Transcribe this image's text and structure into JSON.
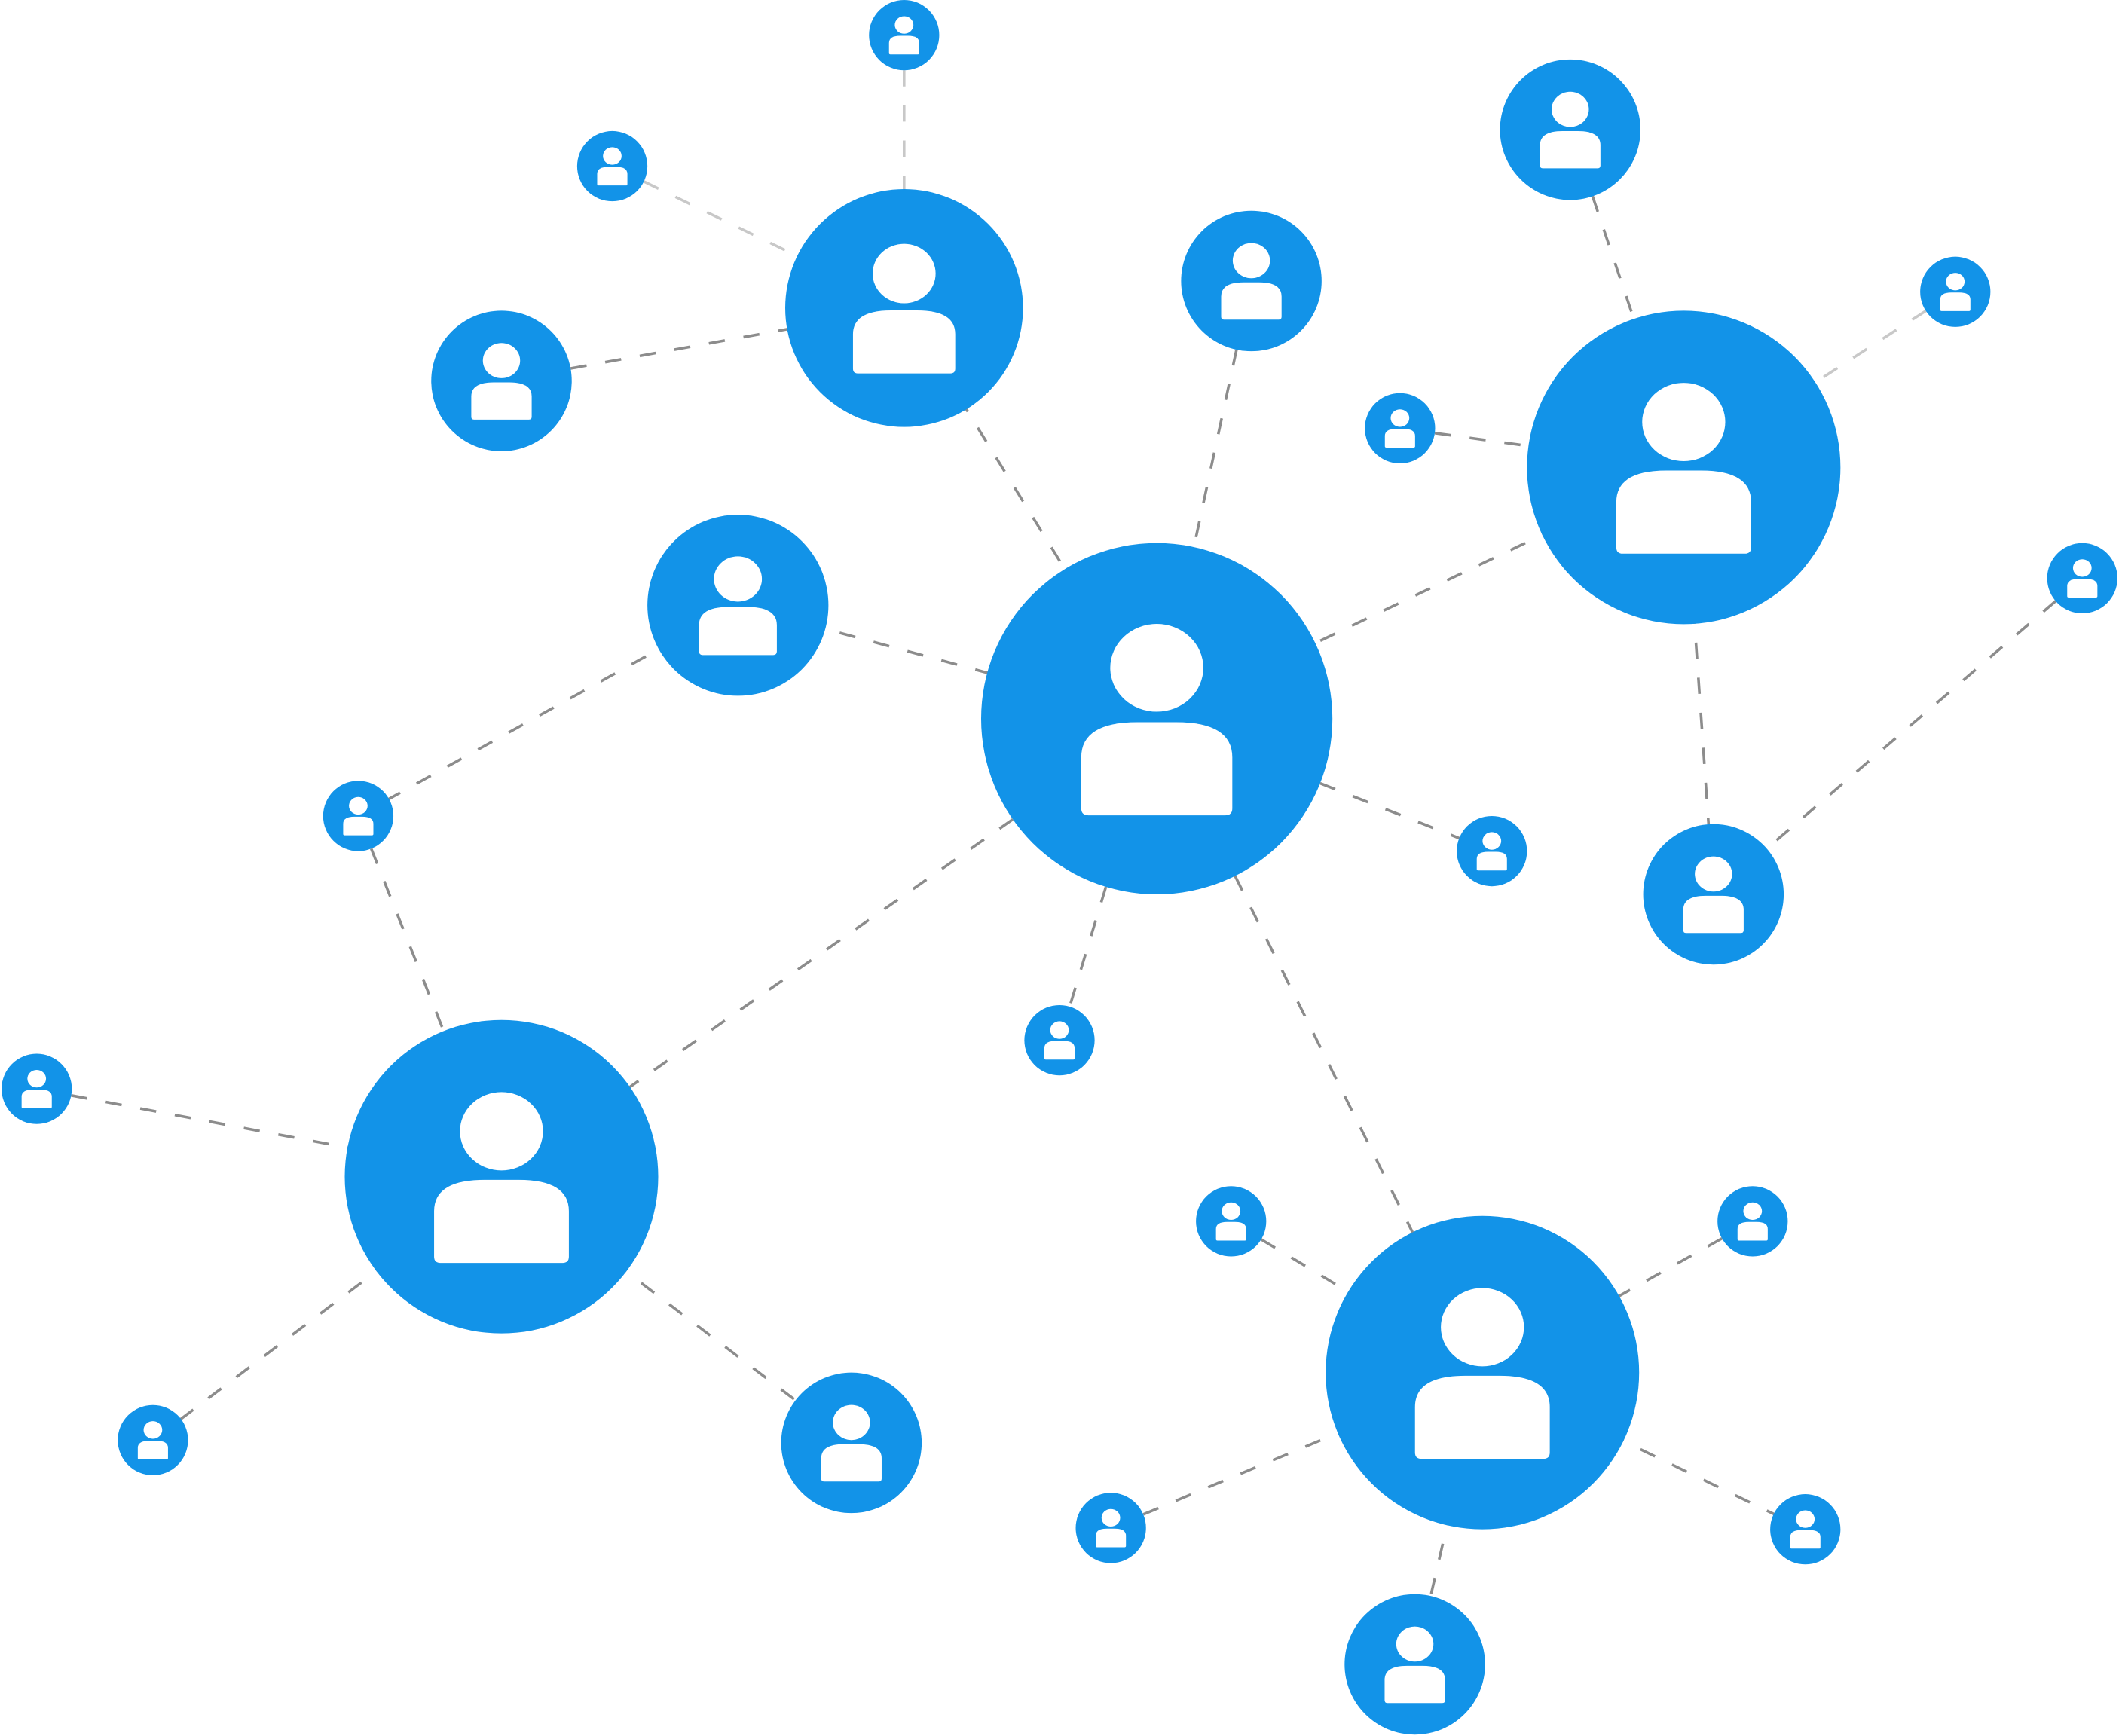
{
  "diagram": {
    "type": "network",
    "colors": {
      "node": "#1293e8",
      "icon": "#ffffff",
      "edge": "#8c8c8c",
      "edge_light": "#c8c8c8"
    },
    "node_icon": "user-icon",
    "nodes": [
      {
        "id": "n1",
        "size": "small"
      },
      {
        "id": "n2",
        "size": "small"
      },
      {
        "id": "n3",
        "size": "large"
      },
      {
        "id": "n4",
        "size": "medium"
      },
      {
        "id": "n5",
        "size": "medium"
      },
      {
        "id": "n6",
        "size": "medium"
      },
      {
        "id": "n7",
        "size": "small"
      },
      {
        "id": "n8",
        "size": "small"
      },
      {
        "id": "n9",
        "size": "xlarge"
      },
      {
        "id": "n10",
        "size": "small"
      },
      {
        "id": "n11",
        "size": "medium-large"
      },
      {
        "id": "n12",
        "size": "hub"
      },
      {
        "id": "n13",
        "size": "small"
      },
      {
        "id": "n14",
        "size": "small"
      },
      {
        "id": "n15",
        "size": "medium"
      },
      {
        "id": "n16",
        "size": "small"
      },
      {
        "id": "n17",
        "size": "small"
      },
      {
        "id": "n18",
        "size": "xlarge"
      },
      {
        "id": "n19",
        "size": "small"
      },
      {
        "id": "n20",
        "size": "small"
      },
      {
        "id": "n21",
        "size": "xlarge"
      },
      {
        "id": "n22",
        "size": "small"
      },
      {
        "id": "n23",
        "size": "medium"
      },
      {
        "id": "n24",
        "size": "small"
      },
      {
        "id": "n25",
        "size": "small"
      },
      {
        "id": "n26",
        "size": "medium"
      }
    ],
    "edges": [
      [
        "n1",
        "n3",
        "light"
      ],
      [
        "n2",
        "n3",
        "light"
      ],
      [
        "n4",
        "n3",
        "normal"
      ],
      [
        "n3",
        "n12",
        "normal"
      ],
      [
        "n5",
        "n12",
        "normal"
      ],
      [
        "n6",
        "n9",
        "normal"
      ],
      [
        "n7",
        "n9",
        "light"
      ],
      [
        "n8",
        "n9",
        "normal"
      ],
      [
        "n9",
        "n12",
        "normal"
      ],
      [
        "n9",
        "n15",
        "normal"
      ],
      [
        "n10",
        "n15",
        "normal"
      ],
      [
        "n11",
        "n12",
        "normal"
      ],
      [
        "n11",
        "n13",
        "normal"
      ],
      [
        "n12",
        "n14",
        "normal"
      ],
      [
        "n12",
        "n16",
        "normal"
      ],
      [
        "n12",
        "n18",
        "normal"
      ],
      [
        "n12",
        "n21",
        "normal"
      ],
      [
        "n13",
        "n18",
        "normal"
      ],
      [
        "n17",
        "n18",
        "normal"
      ],
      [
        "n18",
        "n22",
        "normal"
      ],
      [
        "n18",
        "n23",
        "normal"
      ],
      [
        "n19",
        "n21",
        "normal"
      ],
      [
        "n20",
        "n21",
        "normal"
      ],
      [
        "n21",
        "n24",
        "normal"
      ],
      [
        "n21",
        "n25",
        "normal"
      ],
      [
        "n21",
        "n26",
        "normal"
      ]
    ]
  }
}
